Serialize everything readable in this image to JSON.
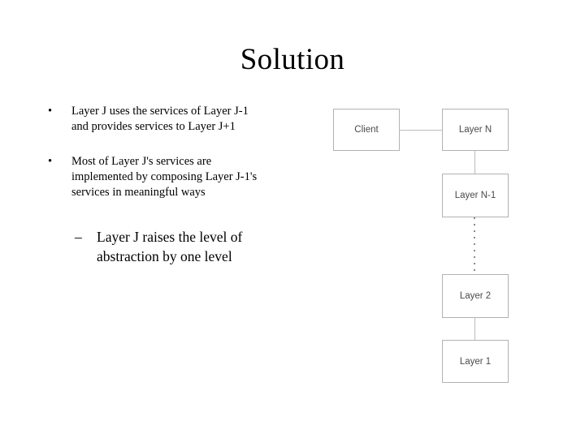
{
  "slide": {
    "title": "Solution",
    "background_color": "#ffffff",
    "text_color": "#000000"
  },
  "bullets": [
    {
      "marker": "•",
      "lines": [
        "Layer J uses the services of Layer J-1",
        "and provides services to Layer J+1"
      ]
    },
    {
      "marker": "•",
      "lines": [
        "Most of Layer J's services are",
        "implemented by composing Layer J-1's",
        "services in meaningful ways"
      ]
    }
  ],
  "sub_bullets": [
    {
      "marker": "–",
      "lines": [
        "Layer J raises the level of",
        "abstraction by one level"
      ]
    }
  ],
  "diagram": {
    "border_color": "#b2b2b2",
    "connector_color": "#bdbdbd",
    "label_color": "#4a4a4a",
    "nodes": [
      {
        "id": "client",
        "label": "Client"
      },
      {
        "id": "layer-n",
        "label": "Layer N"
      },
      {
        "id": "layer-n-1",
        "label": "Layer N-1"
      },
      {
        "id": "layer-2",
        "label": "Layer 2"
      },
      {
        "id": "layer-1",
        "label": "Layer 1"
      }
    ],
    "connectors": [
      {
        "id": "client-to-layer-n",
        "style": "solid"
      },
      {
        "id": "layer-n-to-layer-n-1",
        "style": "solid"
      },
      {
        "id": "layer-n-1-to-layer-2",
        "style": "dotted"
      },
      {
        "id": "layer-2-to-layer-1",
        "style": "solid"
      }
    ]
  }
}
